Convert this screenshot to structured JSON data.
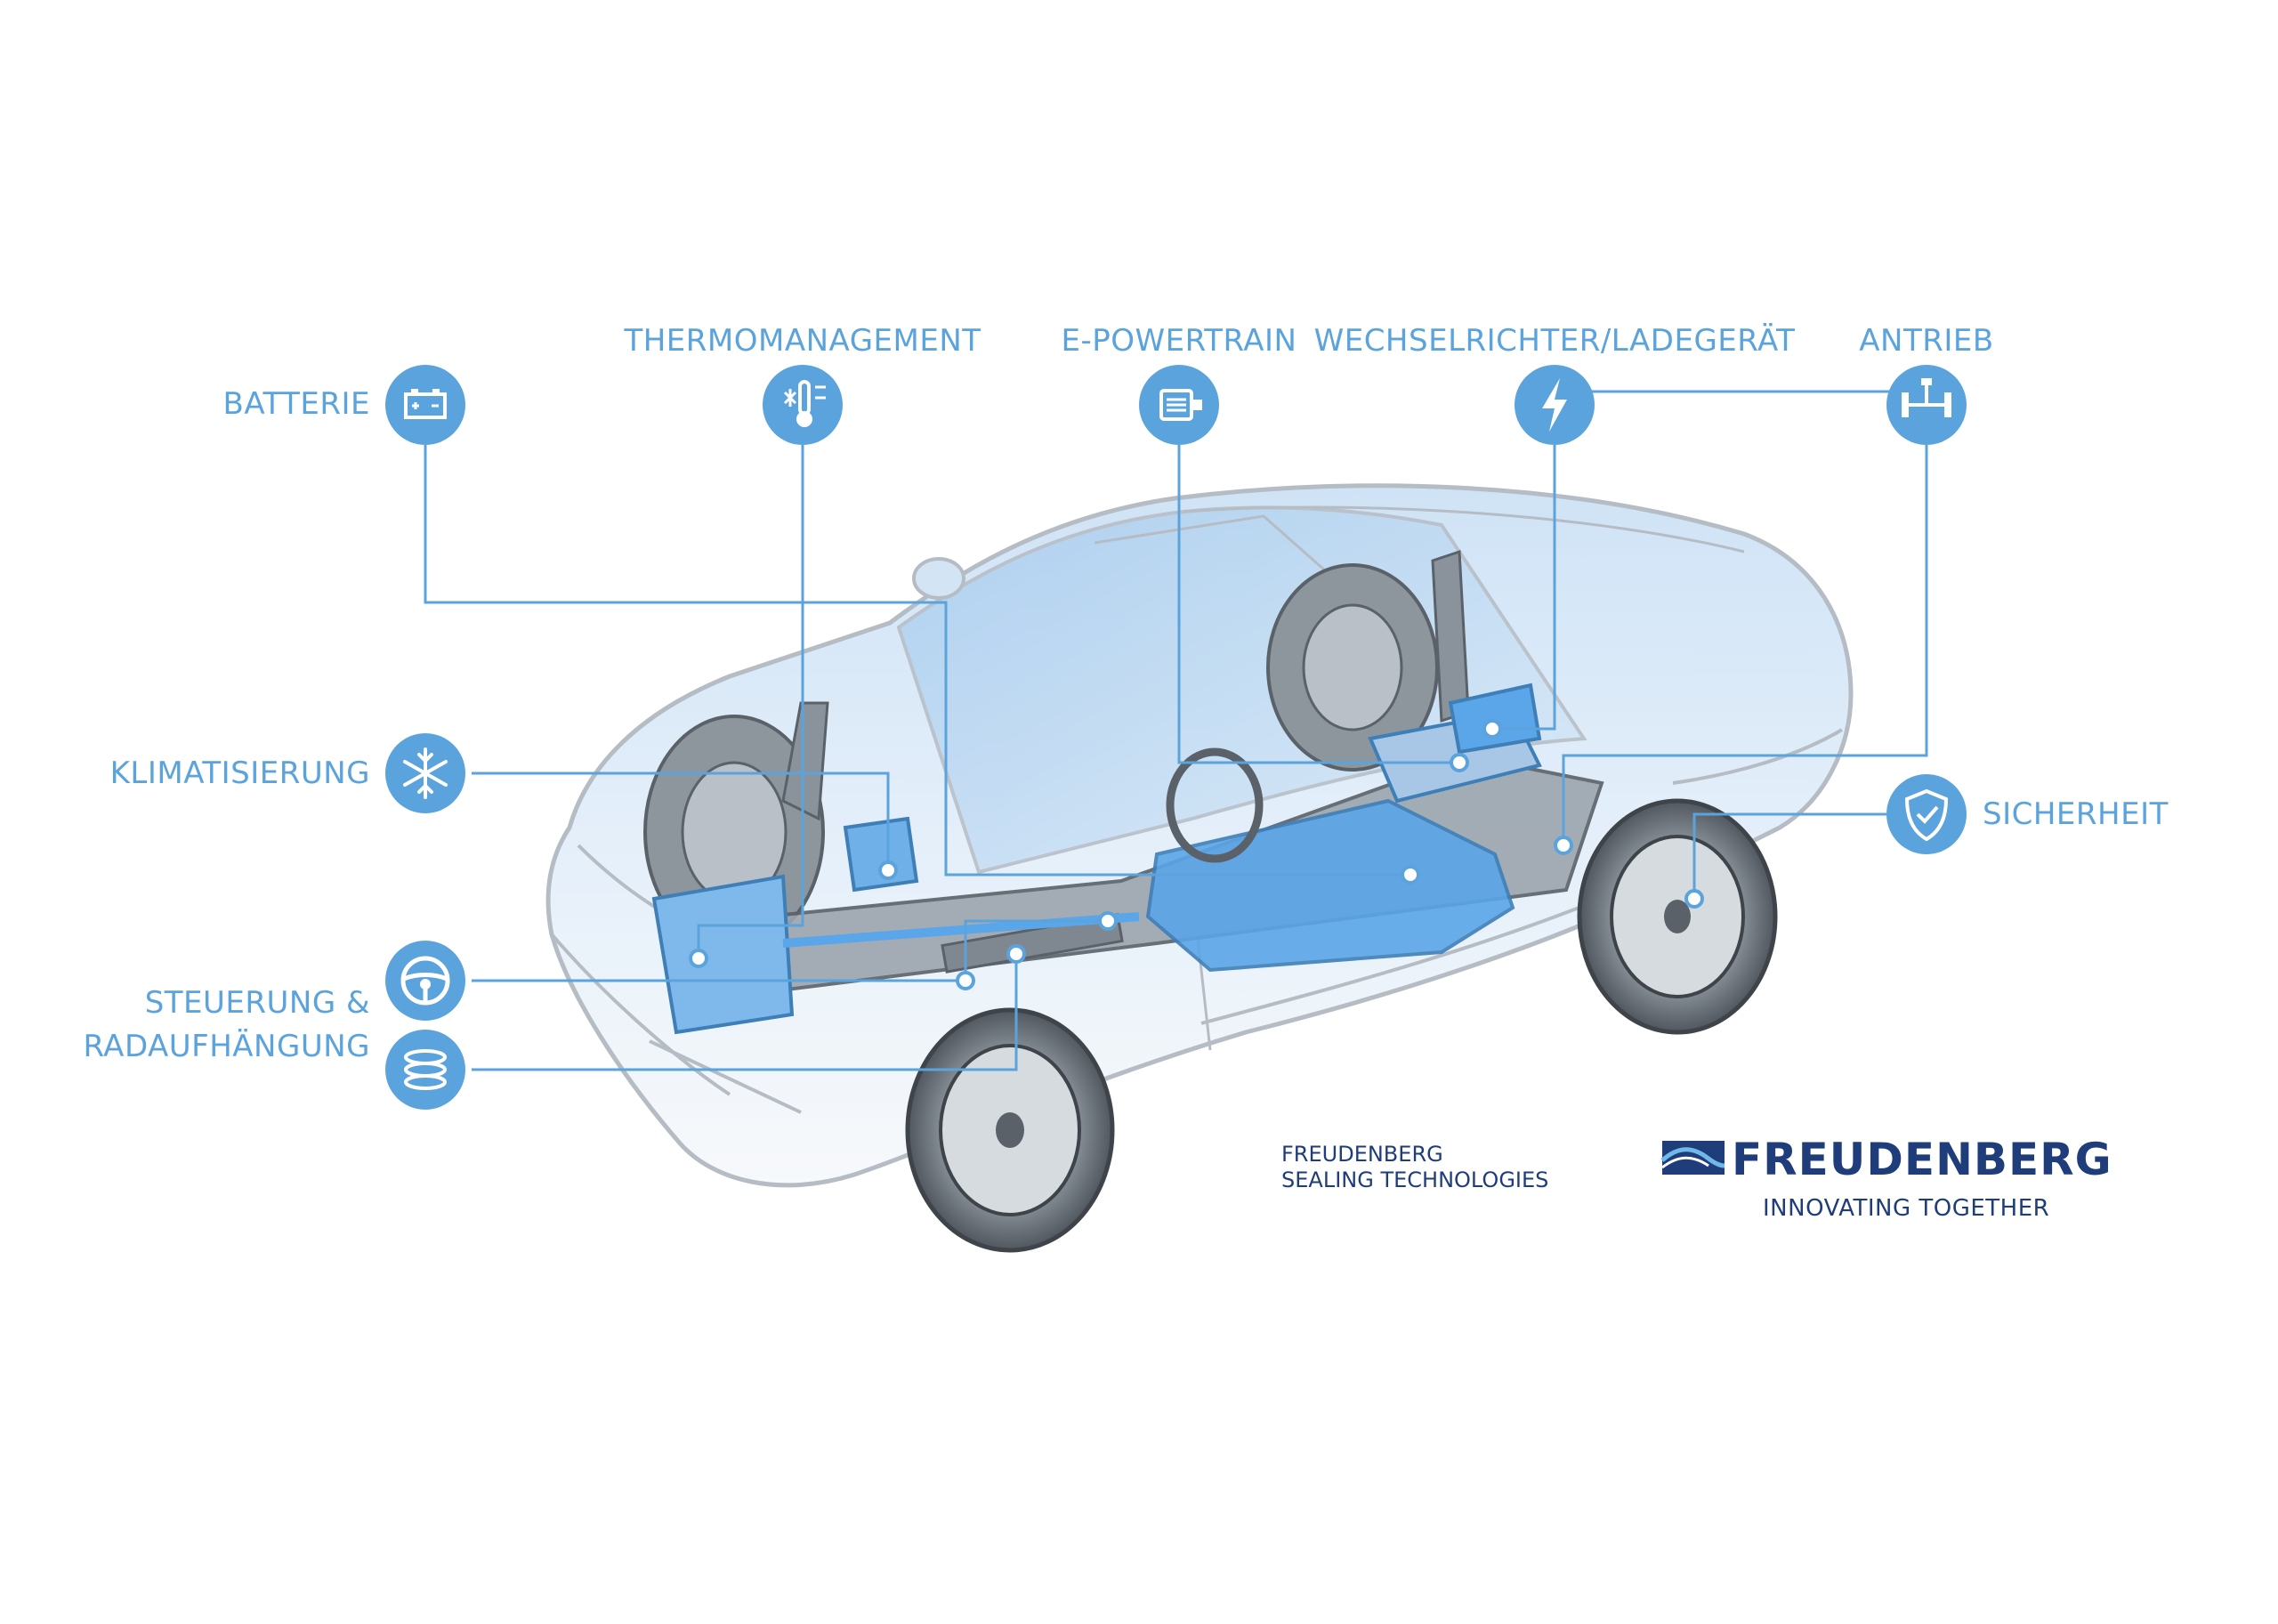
{
  "categories": {
    "batterie": "BATTERIE",
    "thermomanagement": "THERMOMANAGEMENT",
    "epowertrain": "E-POWERTRAIN",
    "wechselrichter": "WECHSELRICHTER/LADEGERÄT",
    "antrieb": "ANTRIEB",
    "klimatisierung": "KLIMATISIERUNG",
    "sicherheit": "SICHERHEIT",
    "steuerung_line1": "STEUERUNG &",
    "steuerung_line2": "RADAUFHÄNGUNG"
  },
  "branding": {
    "division_line1": "FREUDENBERG",
    "division_line2": "SEALING TECHNOLOGIES",
    "logo_word": "FREUDENBERG",
    "tagline": "INNOVATING TOGETHER"
  },
  "icons": {
    "batterie": "battery-icon",
    "thermomanagement": "thermometer-snowflake-icon",
    "epowertrain": "electric-motor-icon",
    "wechselrichter": "lightning-bolt-icon",
    "antrieb": "drive-axle-icon",
    "klimatisierung": "snowflake-icon",
    "sicherheit": "shield-check-icon",
    "steuerung": "steering-wheel-icon",
    "radaufhaengung": "coil-spring-icon"
  },
  "colors": {
    "accent": "#5ba3dc",
    "highlight": "#5aa6e8",
    "brand": "#1f3d7a",
    "car_outline": "#b5bcc4"
  }
}
